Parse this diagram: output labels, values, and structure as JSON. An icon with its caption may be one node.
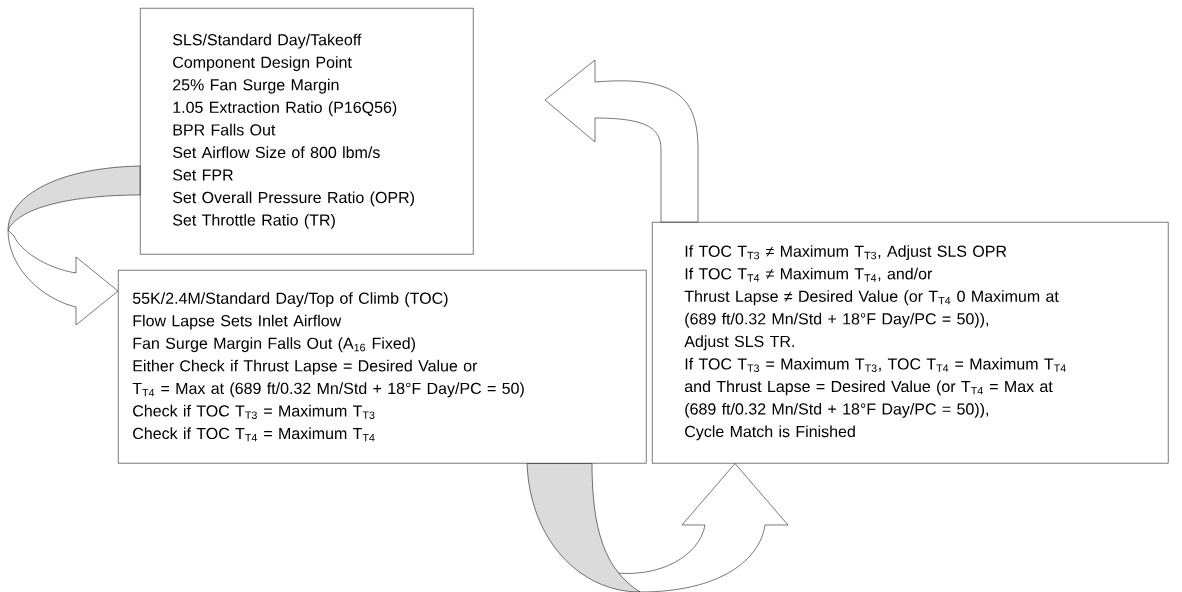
{
  "diagram": {
    "nodes": [
      {
        "text": [
          "SLS/Standard Day/Takeoff",
          "Component Design Point",
          "25% Fan Surge Margin",
          "1.05 Extraction Ratio (P16Q56)",
          "BPR Falls Out",
          "Set Airflow Size of 800 lbm/s",
          "Set FPR",
          "Set Overall Pressure Ratio (OPR)",
          "Set Throttle Ratio (TR)"
        ]
      },
      {
        "text": [
          "55K/2.4M/Standard Day/Top of Climb (TOC)",
          "Flow Lapse Sets Inlet Airflow",
          "Fan Surge Margin Falls Out (A$_{16}$ Fixed)",
          "Either Check if Thrust Lapse = Desired Value or",
          "T$_{T4}$ = Max at (689 ft/0.32 Mn/Std + 18°F Day/PC = 50)",
          "Check if TOC T$_{T3}$ = Maximum T$_{T3}$",
          "Check if TOC T$_{T4}$ = Maximum T$_{T4}$"
        ]
      },
      {
        "text": [
          "If TOC T$_{T3}$ ≠ Maximum T$_{T3}$, Adjust SLS OPR",
          "If TOC T$_{T4}$ ≠ Maximum T$_{T4}$, and/or",
          "Thrust Lapse ≠ Desired Value (or T$_{T4}$ 0 Maximum at",
          "(689 ft/0.32 Mn/Std + 18°F Day/PC = 50)),",
          "Adjust SLS TR.",
          "If TOC T$_{T3}$ = Maximum T$_{T3}$, TOC T$_{T4}$ = Maximum T$_{T4}$",
          "and Thrust Lapse = Desired Value (or T$_{T4}$ = Max at",
          "(689 ft/0.32 Mn/Std + 18°F Day/PC = 50)),",
          "Cycle Match is Finished"
        ]
      }
    ],
    "edges": [
      {
        "from": 0,
        "to": 1,
        "arrow": "to"
      },
      {
        "from": 1,
        "to": 2,
        "arrow": "to"
      },
      {
        "from": 2,
        "to": 0,
        "arrow": "to"
      }
    ]
  }
}
